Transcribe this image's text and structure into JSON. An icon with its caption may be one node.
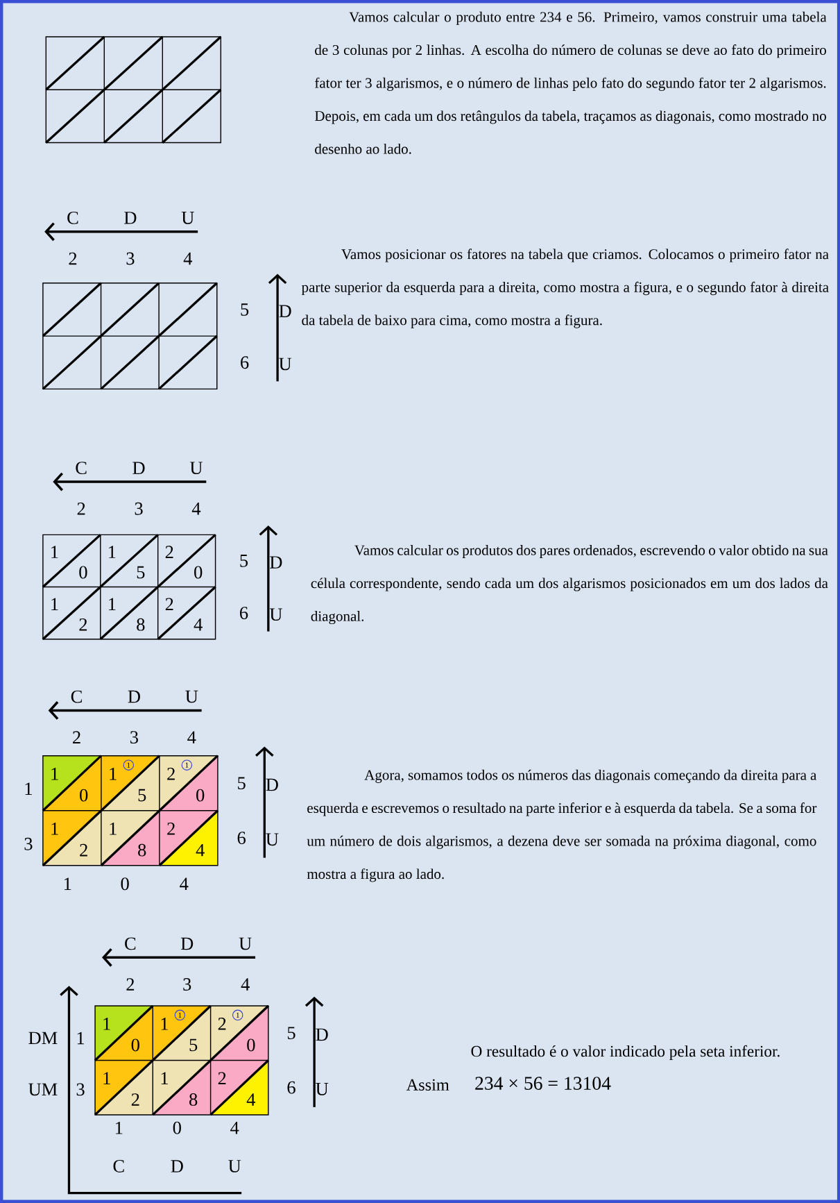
{
  "diagram": {
    "labels": [
      "Vamos calcular o produto entre 234 e 56. Primeiro, vamos construir uma tabela de 3 colunas por 2 linhas. A escolha do número de colunas se deve ao fato do primeiro fator ter 3 algarismos, e o número de linhas pelo fato do segundo fator ter 2 algarismos. Depois, em cada um dos retângulos da tabela, traçamos as diagonais, como mostrado no desenho ao lado.",
      "C",
      "D",
      "U",
      "2",
      "3",
      "4",
      "5",
      "D",
      "6",
      "U",
      "Vamos posicionar os fatores na tabela que criamos. Colocamos o primeiro fator na parte superior da esquerda para a direita, como mostra a figura, e o segundo fator à direita da tabela de baixo para cima, como mostra a figura.",
      "C",
      "D",
      "U",
      "2",
      "3",
      "4",
      "1",
      "0",
      "1",
      "5",
      "2",
      "0",
      "1",
      "2",
      "1",
      "8",
      "2",
      "4",
      "5",
      "D",
      "6",
      "U",
      "Vamos calcular os produtos dos pares ordenados, escrevendo o valor obtido na sua célula correspondente, sendo cada um dos algarismos posicionados em um dos lados da diagonal.",
      "C",
      "D",
      "U",
      "2",
      "3",
      "4",
      "1",
      "1",
      "1",
      "3",
      "1",
      "0",
      "1",
      "5",
      "2",
      "0",
      "1",
      "2",
      "1",
      "8",
      "2",
      "4",
      "5",
      "D",
      "6",
      "U",
      "1",
      "0",
      "4",
      "Agora, somamos todos os números das diagonais começando da direita para a esquerda e escrevemos o resultado na parte inferior e à esquerda da tabela. Se a soma for um número de dois algarismos, a dezena deve ser somada na próxima diagonal, como mostra a figura ao lado.",
      "C",
      "D",
      "U",
      "2",
      "3",
      "4",
      "1",
      "1",
      "DM",
      "1",
      "UM",
      "3",
      "1",
      "0",
      "1",
      "5",
      "2",
      "0",
      "1",
      "2",
      "1",
      "8",
      "2",
      "4",
      "5",
      "D",
      "6",
      "U",
      "1",
      "0",
      "4",
      "C",
      "D",
      "U",
      "O resultado é o valor indicado pela seta inferior.",
      "Assim",
      "234 × 56 = 13104"
    ]
  }
}
